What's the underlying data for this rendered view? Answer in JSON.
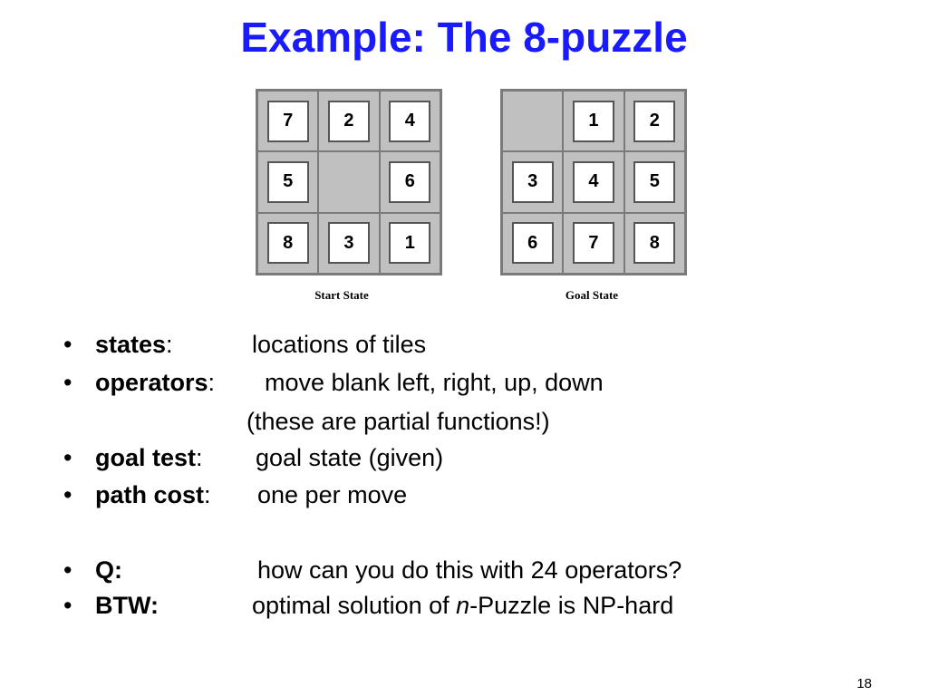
{
  "slide": {
    "title": "Example: The 8-puzzle",
    "page_number": "18"
  },
  "puzzles": {
    "start": {
      "caption": "Start State",
      "tiles": [
        "7",
        "2",
        "4",
        "5",
        "",
        "6",
        "8",
        "3",
        "1"
      ]
    },
    "goal": {
      "caption": "Goal State",
      "tiles": [
        "",
        "1",
        "2",
        "3",
        "4",
        "5",
        "6",
        "7",
        "8"
      ]
    }
  },
  "bullets": [
    {
      "marker": "•",
      "term": "states",
      "sep": ":",
      "desc": "locations of tiles"
    },
    {
      "marker": "•",
      "term": "operators",
      "sep": ":",
      "desc": "move blank left, right, up, down",
      "continuation": "(these are partial functions!)"
    },
    {
      "marker": "•",
      "term": "goal test",
      "sep": ":",
      "desc": "goal state (given)"
    },
    {
      "marker": "•",
      "term": "path cost",
      "sep": ":",
      "desc": "one per move"
    },
    {
      "marker": "•",
      "term": "Q:",
      "sep": "",
      "desc": "how can you do this with 24 operators?"
    },
    {
      "marker": "•",
      "term": "BTW:",
      "sep": "",
      "desc_pre": "optimal solution of ",
      "desc_italic": "n",
      "desc_post": "-Puzzle is NP-hard"
    }
  ],
  "colors": {
    "title": "#1a1aff",
    "board": "#c0c0c0",
    "tile": "#ffffff"
  }
}
